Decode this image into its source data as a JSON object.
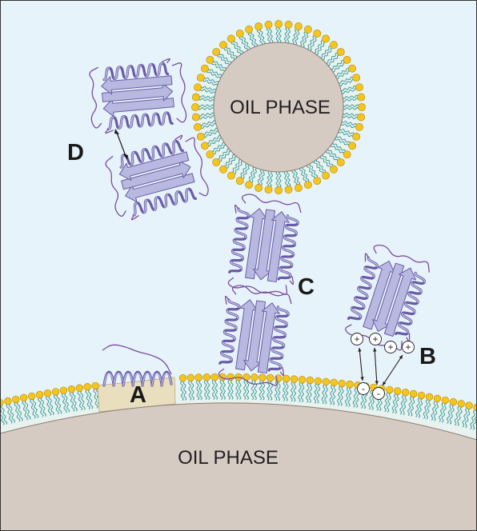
{
  "droplet": {
    "label": "OIL PHASE"
  },
  "surface": {
    "label": "OIL PHASE"
  },
  "labels": {
    "a": "A",
    "b": "B",
    "c": "C",
    "d": "D"
  },
  "charges": {
    "positive": "+",
    "negative": "-"
  },
  "colors": {
    "background": "#e7f3fa",
    "oil": "#d6cbc3",
    "head_group": "#f4c51f",
    "lipid_tail": "#3e9c9f",
    "protein_fill": "#b8b9e0",
    "protein_stroke": "#6a5ca6",
    "coil": "#7b4e9b",
    "unfolded_patch": "#e9dfbf"
  }
}
